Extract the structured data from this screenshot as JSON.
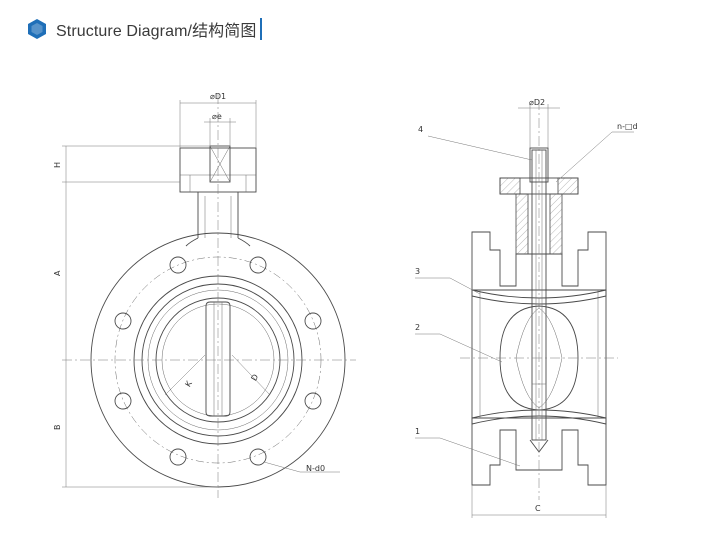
{
  "header": {
    "title": "Structure Diagram/结构简图",
    "icon": "hexagon-icon",
    "accent_color": "#1f6fb8"
  },
  "front_view": {
    "dim_D1": "⌀D1",
    "dim_e": "⌀e",
    "dim_H": "H",
    "dim_A": "A",
    "dim_B": "B",
    "dim_K": "K",
    "dim_D": "D",
    "dim_N_d0": "N-d0"
  },
  "side_view": {
    "dim_D2": "⌀D2",
    "dim_n_d": "n-□d",
    "dim_C": "C",
    "part_1": "1",
    "part_2": "2",
    "part_3": "3",
    "part_4": "4"
  }
}
